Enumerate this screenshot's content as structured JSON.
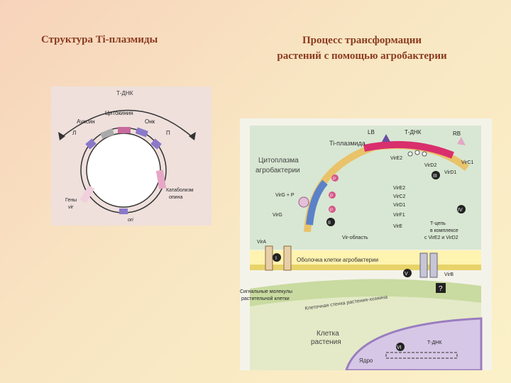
{
  "titles": {
    "left": "Структура Ti-плазмиды",
    "right_line1": "Процесс трансформации",
    "right_line2": "растений с помощью агробактерии"
  },
  "left_figure": {
    "tdna": "Т-ДНК",
    "cytokinin": "Цитокинин",
    "auxin": "Ауксин",
    "onc": "Онк",
    "L": "Л",
    "R": "П",
    "opine_catabolism_1": "Катаболизм",
    "opine_catabolism_2": "опина",
    "vir_genes_1": "Гены",
    "vir_genes_2": "vir",
    "ori": "ori"
  },
  "right_figure": {
    "LB": "LB",
    "tdna": "Т-ДНК",
    "RB": "RB",
    "ti_plasmid": "Ti-плазмида",
    "cytoplasm_1": "Цитоплазма",
    "cytoplasm_2": "агробактерии",
    "virE2_top": "VirE2",
    "virD2": "VirD2",
    "virC1": "VirC1",
    "virD1": "VirD1",
    "roman_III": "III",
    "virG_P": "VirG + P",
    "p": "P",
    "virE2": "VirE2",
    "virC2": "VirC2",
    "virD1b": "VirD1",
    "virG": "VirG",
    "virF1": "VirF1",
    "roman_II": "II",
    "roman_IV": "IV",
    "virE": "VirE",
    "tchain_1": "Т-цепь",
    "tchain_2": "в комплексе",
    "tchain_3": "с VirE2 и VirD2",
    "vir_region": "Vir-область",
    "virA": "VirA",
    "roman_I": "I",
    "envelope": "Оболочка клетки агробактерии",
    "roman_V": "V",
    "virB": "VirB",
    "signal_1": "Сигнальные молекулы",
    "signal_2": "растительной клетки",
    "question": "?",
    "cellwall": "Клеточная стенка растения-хозяина",
    "plant_cell_1": "Клетка",
    "plant_cell_2": "растения",
    "roman_VI": "VI",
    "tdna_bottom": "Т-ДНК",
    "nucleus": "Ядро"
  }
}
